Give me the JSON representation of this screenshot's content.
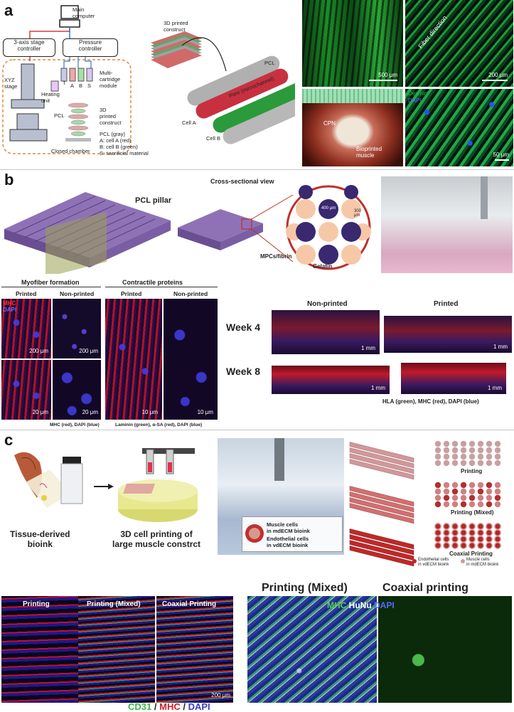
{
  "panels": {
    "a": {
      "label": "a",
      "main_computer": "Main\ncomputer",
      "stage_controller": "3-axis stage\ncontroller",
      "pressure_controller": "Pressure\ncontroller",
      "xyz_stage": "XYZ\nstage",
      "heating_unit": "Heating\nunit",
      "cartridges": [
        "T",
        "A",
        "B",
        "S"
      ],
      "multi_cartridge": "Multi-\ncartridge\nmodule",
      "pcl_arrow": "PCL",
      "construct": "3D\nprinted\nconstruct",
      "legend_lines": [
        "PCL (gray)",
        "A: cell A (red)",
        "B: cell B (green)",
        "S: sacrificial material"
      ],
      "closed_chamber": "Closed chamber",
      "construct_title": "3D printed\nconstruct",
      "pcl": "PCL",
      "pore": "Pore (microchannel)",
      "cell_a": "Cell A",
      "cell_b": "Cell B",
      "scale_500": "500 μm",
      "fiber_direction": "Fiber direction",
      "scale_200": "200 μm",
      "cpn": "CPN",
      "bioprinted_muscle": "Bioprinted\nmuscle",
      "desmin": "Desmin",
      "dapi": "DAPI",
      "scale_50": "50 μm"
    },
    "b": {
      "label": "b",
      "pcl_pillar": "PCL pillar",
      "cross_section": "Cross-sectional view",
      "d400": "400 μm",
      "d300": "300\nμm",
      "mpcs": "MPCs/fibrin",
      "gelatin": "Gelatin",
      "myofiber_formation": "Myofiber formation",
      "contractile_proteins": "Contractile proteins",
      "printed": "Printed",
      "non_printed": "Non-printed",
      "mhc": "MHC",
      "dapi": "DAPI",
      "scale_200a": "200 μm",
      "scale_200b": "200 μm",
      "scale_20a": "20 μm",
      "scale_20b": "20 μm",
      "scale_10a": "10 μm",
      "scale_10b": "10 μm",
      "cap_mhc": "MHC (red), DAPI (blue)",
      "cap_laminin": "Laminin (green), α-SA (red), DAPI (blue)",
      "non_printed_title": "Non-printed",
      "printed_title": "Printed",
      "week4": "Week 4",
      "week8": "Week 8",
      "scale_1mm": "1 mm",
      "hla_caption": "HLA (green), MHC (red), DAPI (blue)"
    },
    "c": {
      "label": "c",
      "tissue_bioink": "Tissue-derived\nbioink",
      "cell_printing": "3D cell printing of\nlarge muscle constrct",
      "muscle_cells": "Muscle cells\nin mdECM bioink",
      "endothelial_cells": "Endothelial cells\nin vdECM bioink",
      "printing": "Printing",
      "printing_mixed": "Printing (Mixed)",
      "coaxial": "Coaxial Printing",
      "legend_endo": "Endothelial cells\nin vdECM bioink",
      "legend_muscle": "Muscle cells\nin mdECM bioink",
      "strip_printing": "Printing",
      "strip_mixed": "Printing (Mixed)",
      "strip_coaxial": "Coaxial Printing",
      "scale_200": "200 μm",
      "big_mixed": "Printing (Mixed)",
      "big_coaxial": "Coaxial printing",
      "stain_mhc": "MHC",
      "stain_hunu": "HuNu",
      "stain_dapi": "DAPI",
      "legend_cd31": "CD31",
      "legend_mhc": "MHC",
      "legend_dapi": "DAPI",
      "slash": "/"
    }
  },
  "colors": {
    "cell_a": "#d8283a",
    "cell_b": "#2a9a3a",
    "pcl_gray": "#a0a0a0",
    "purple": "#8a6ab0",
    "dark_purple": "#3a2870",
    "peach": "#f6c8a8",
    "cd31": "#39b54a",
    "mhc": "#e0202a",
    "dapi": "#3a3ac8"
  }
}
